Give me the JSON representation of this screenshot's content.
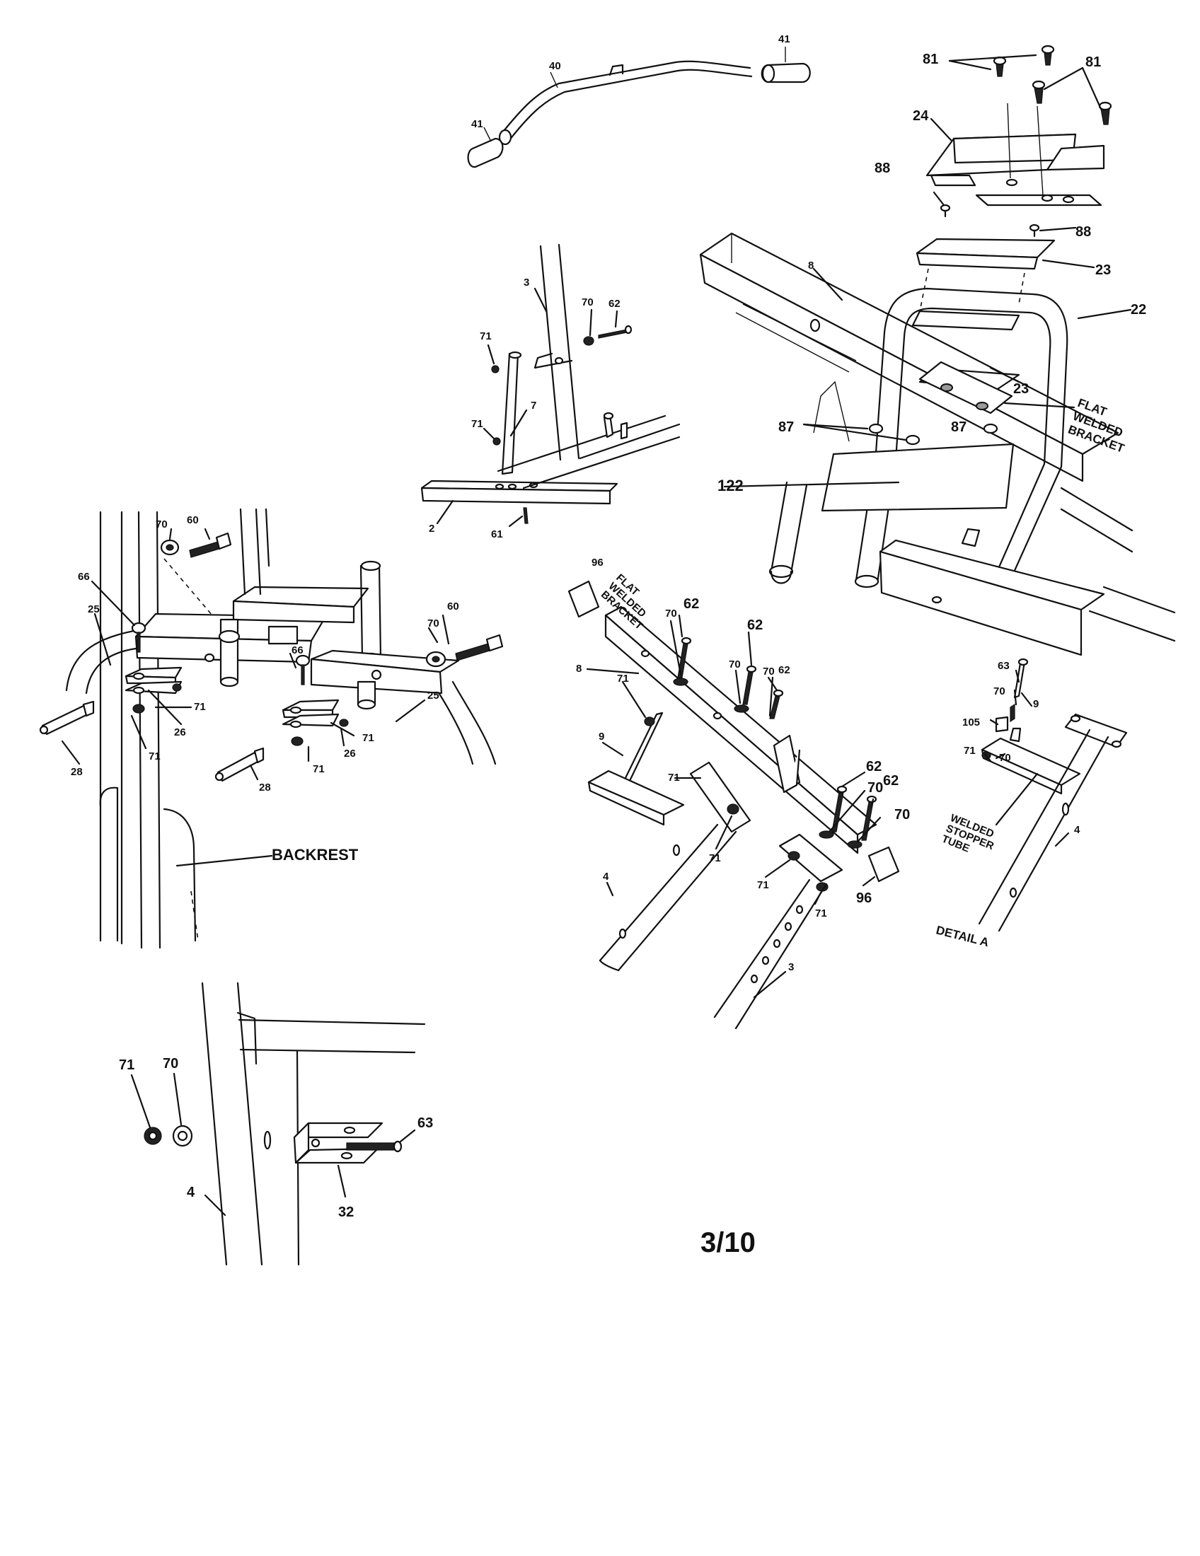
{
  "page_number": "3/10",
  "notes": {
    "flat_welded_bracket_top": [
      "FLAT",
      "WELDED",
      "BRACKET"
    ],
    "flat_welded_bracket_mid": [
      "FLAT",
      "WELDED",
      "BRACKET"
    ],
    "backrest": "BACKREST",
    "welded_stopper_tube": [
      "WELDED",
      "STOPPER",
      "TUBE"
    ],
    "detail_a": "DETAIL A"
  },
  "callouts": {
    "handle_bar": "40",
    "grip_left": "41",
    "grip_right": "41",
    "bolt81_a": "81",
    "bolt81_b": "81",
    "bracket24": "24",
    "screw88_left": "88",
    "screw88_right": "88",
    "pad23_top": "23",
    "frame22": "22",
    "tube8_top": "8",
    "pad23_inner": "23",
    "nut87_left": "87",
    "nut87_right": "87",
    "plate122": "122",
    "upright3_top": "3",
    "nut71_a": "71",
    "washer70_a": "70",
    "bolt62_a": "62",
    "strut7": "7",
    "nut71_b": "71",
    "base2": "2",
    "pin61": "61",
    "washer70_b": "70",
    "bolt60_a": "60",
    "bolt66_a": "66",
    "tube25_left": "25",
    "bolt60_b": "60",
    "washer70_c": "70",
    "nut71_c": "71",
    "bracket26_a": "26",
    "nut71_d": "71",
    "lever28_a": "28",
    "bolt66_b": "66",
    "tube25_right": "25",
    "nut71_e": "71",
    "bracket26_b": "26",
    "nut71_f": "71",
    "lever28_b": "28",
    "cap96_top": "96",
    "washer70_d": "70",
    "bolt62_b": "62",
    "tube8_mid": "8",
    "bolt62_c": "62",
    "washer70_e": "70",
    "washer70_f": "70",
    "bolt62_d": "62",
    "nut71_g": "71",
    "arm9_left": "9",
    "nut71_h": "71",
    "nut71_i": "71",
    "bolt62_e": "62",
    "washer70_g": "70",
    "bolt62_f": "62",
    "washer70_h": "70",
    "cap96_bottom": "96",
    "nut71_j": "71",
    "nut71_k": "71",
    "upright4_mid": "4",
    "upright3_mid": "3",
    "bolt63_detail": "63",
    "washer70_detail": "70",
    "arm9_detail": "9",
    "spacer105": "105",
    "nut71_detail": "71",
    "washer70_detail2": "70",
    "upright4_detail": "4",
    "nut71_bottom": "71",
    "washer70_bottom": "70",
    "bolt63_bottom": "63",
    "upright4_bottom": "4",
    "bracket32": "32"
  }
}
